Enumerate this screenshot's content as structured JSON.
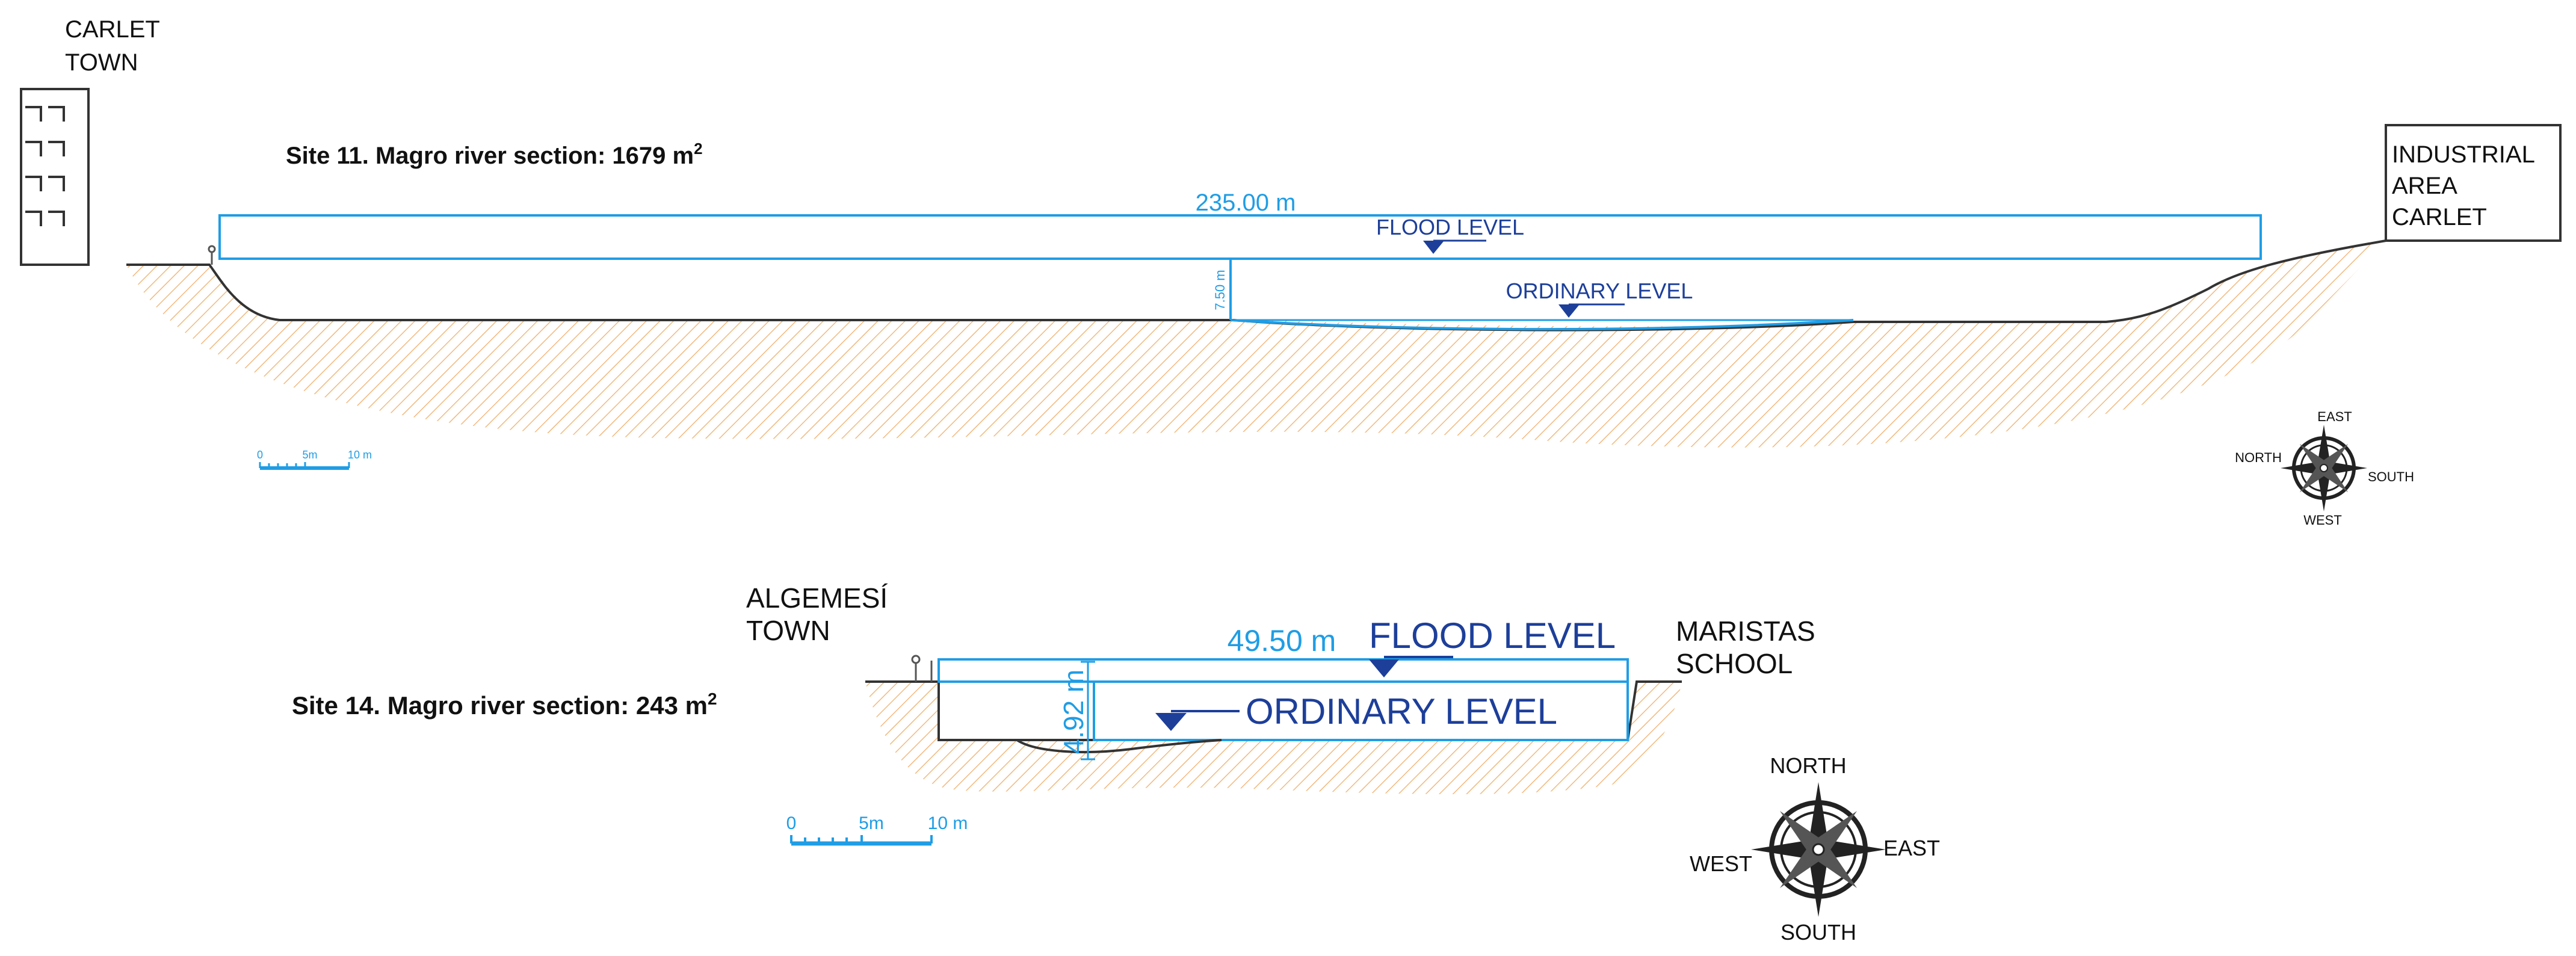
{
  "sites": {
    "site11": {
      "title_main": "Site 11. Magro river section: 1679 m",
      "title_sup": "2",
      "left_place": [
        "CARLET",
        "TOWN"
      ],
      "right_place": [
        "INDUSTRIAL",
        "AREA",
        "CARLET"
      ],
      "width_label": "235.00 m",
      "depth_label": "7.50 m",
      "flood_label": "FLOOD LEVEL",
      "ordinary_label": "ORDINARY LEVEL",
      "scale": {
        "zero": "0",
        "mid": "5m",
        "end": "10 m"
      },
      "compass": {
        "top": "EAST",
        "left": "NORTH",
        "right": "SOUTH",
        "bottom": "WEST"
      }
    },
    "site14": {
      "title_main": "Site 14. Magro river section: 243 m",
      "title_sup": "2",
      "left_place": [
        "ALGEMESÍ",
        "TOWN"
      ],
      "right_place": [
        "MARISTAS",
        "SCHOOL"
      ],
      "width_label": "49.50 m",
      "depth_label": "4.92 m",
      "flood_label": "FLOOD LEVEL",
      "ordinary_label": "ORDINARY LEVEL",
      "scale": {
        "zero": "0",
        "mid": "5m",
        "end": "10 m"
      },
      "compass": {
        "top": "NORTH",
        "left": "WEST",
        "right": "EAST",
        "bottom": "SOUTH"
      }
    }
  },
  "colors": {
    "water_line": "#1f9de5",
    "level_text": "#1d3f9a",
    "hatch": "#f2b97e",
    "ground_line": "#333333"
  }
}
